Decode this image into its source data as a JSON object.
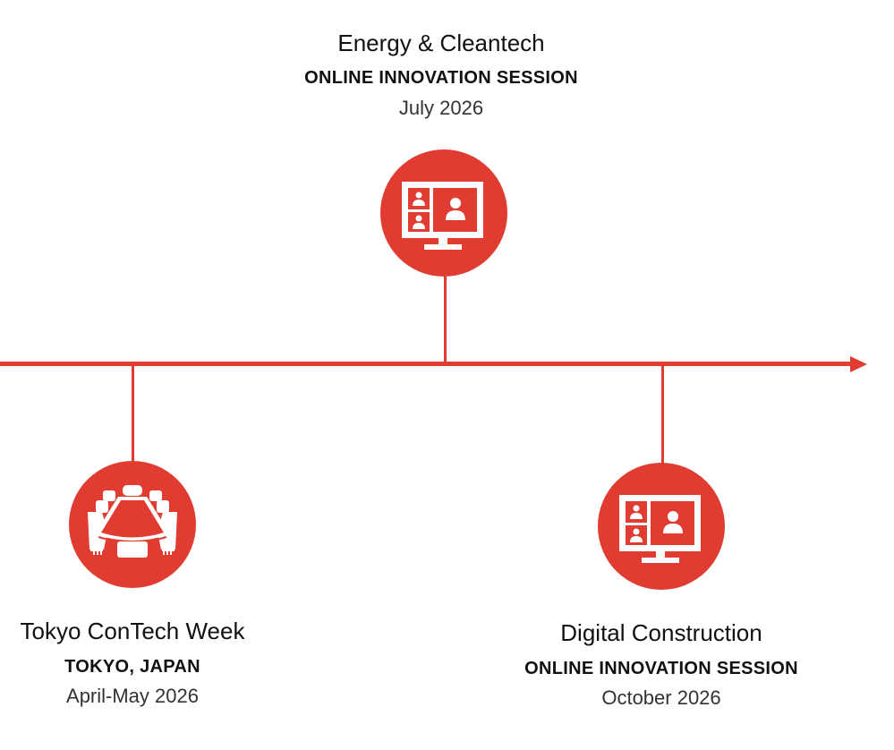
{
  "accent_color": "#e03c31",
  "events": [
    {
      "title": "Energy & Cleantech",
      "subtitle": "ONLINE INNOVATION SESSION",
      "date": "July 2026",
      "icon": "video-conference-monitor-icon"
    },
    {
      "title": "Tokyo ConTech Week",
      "subtitle": "TOKYO, JAPAN",
      "date": "April-May 2026",
      "icon": "conference-table-icon"
    },
    {
      "title": "Digital Construction",
      "subtitle": "ONLINE INNOVATION SESSION",
      "date": "October 2026",
      "icon": "video-conference-monitor-icon"
    }
  ]
}
